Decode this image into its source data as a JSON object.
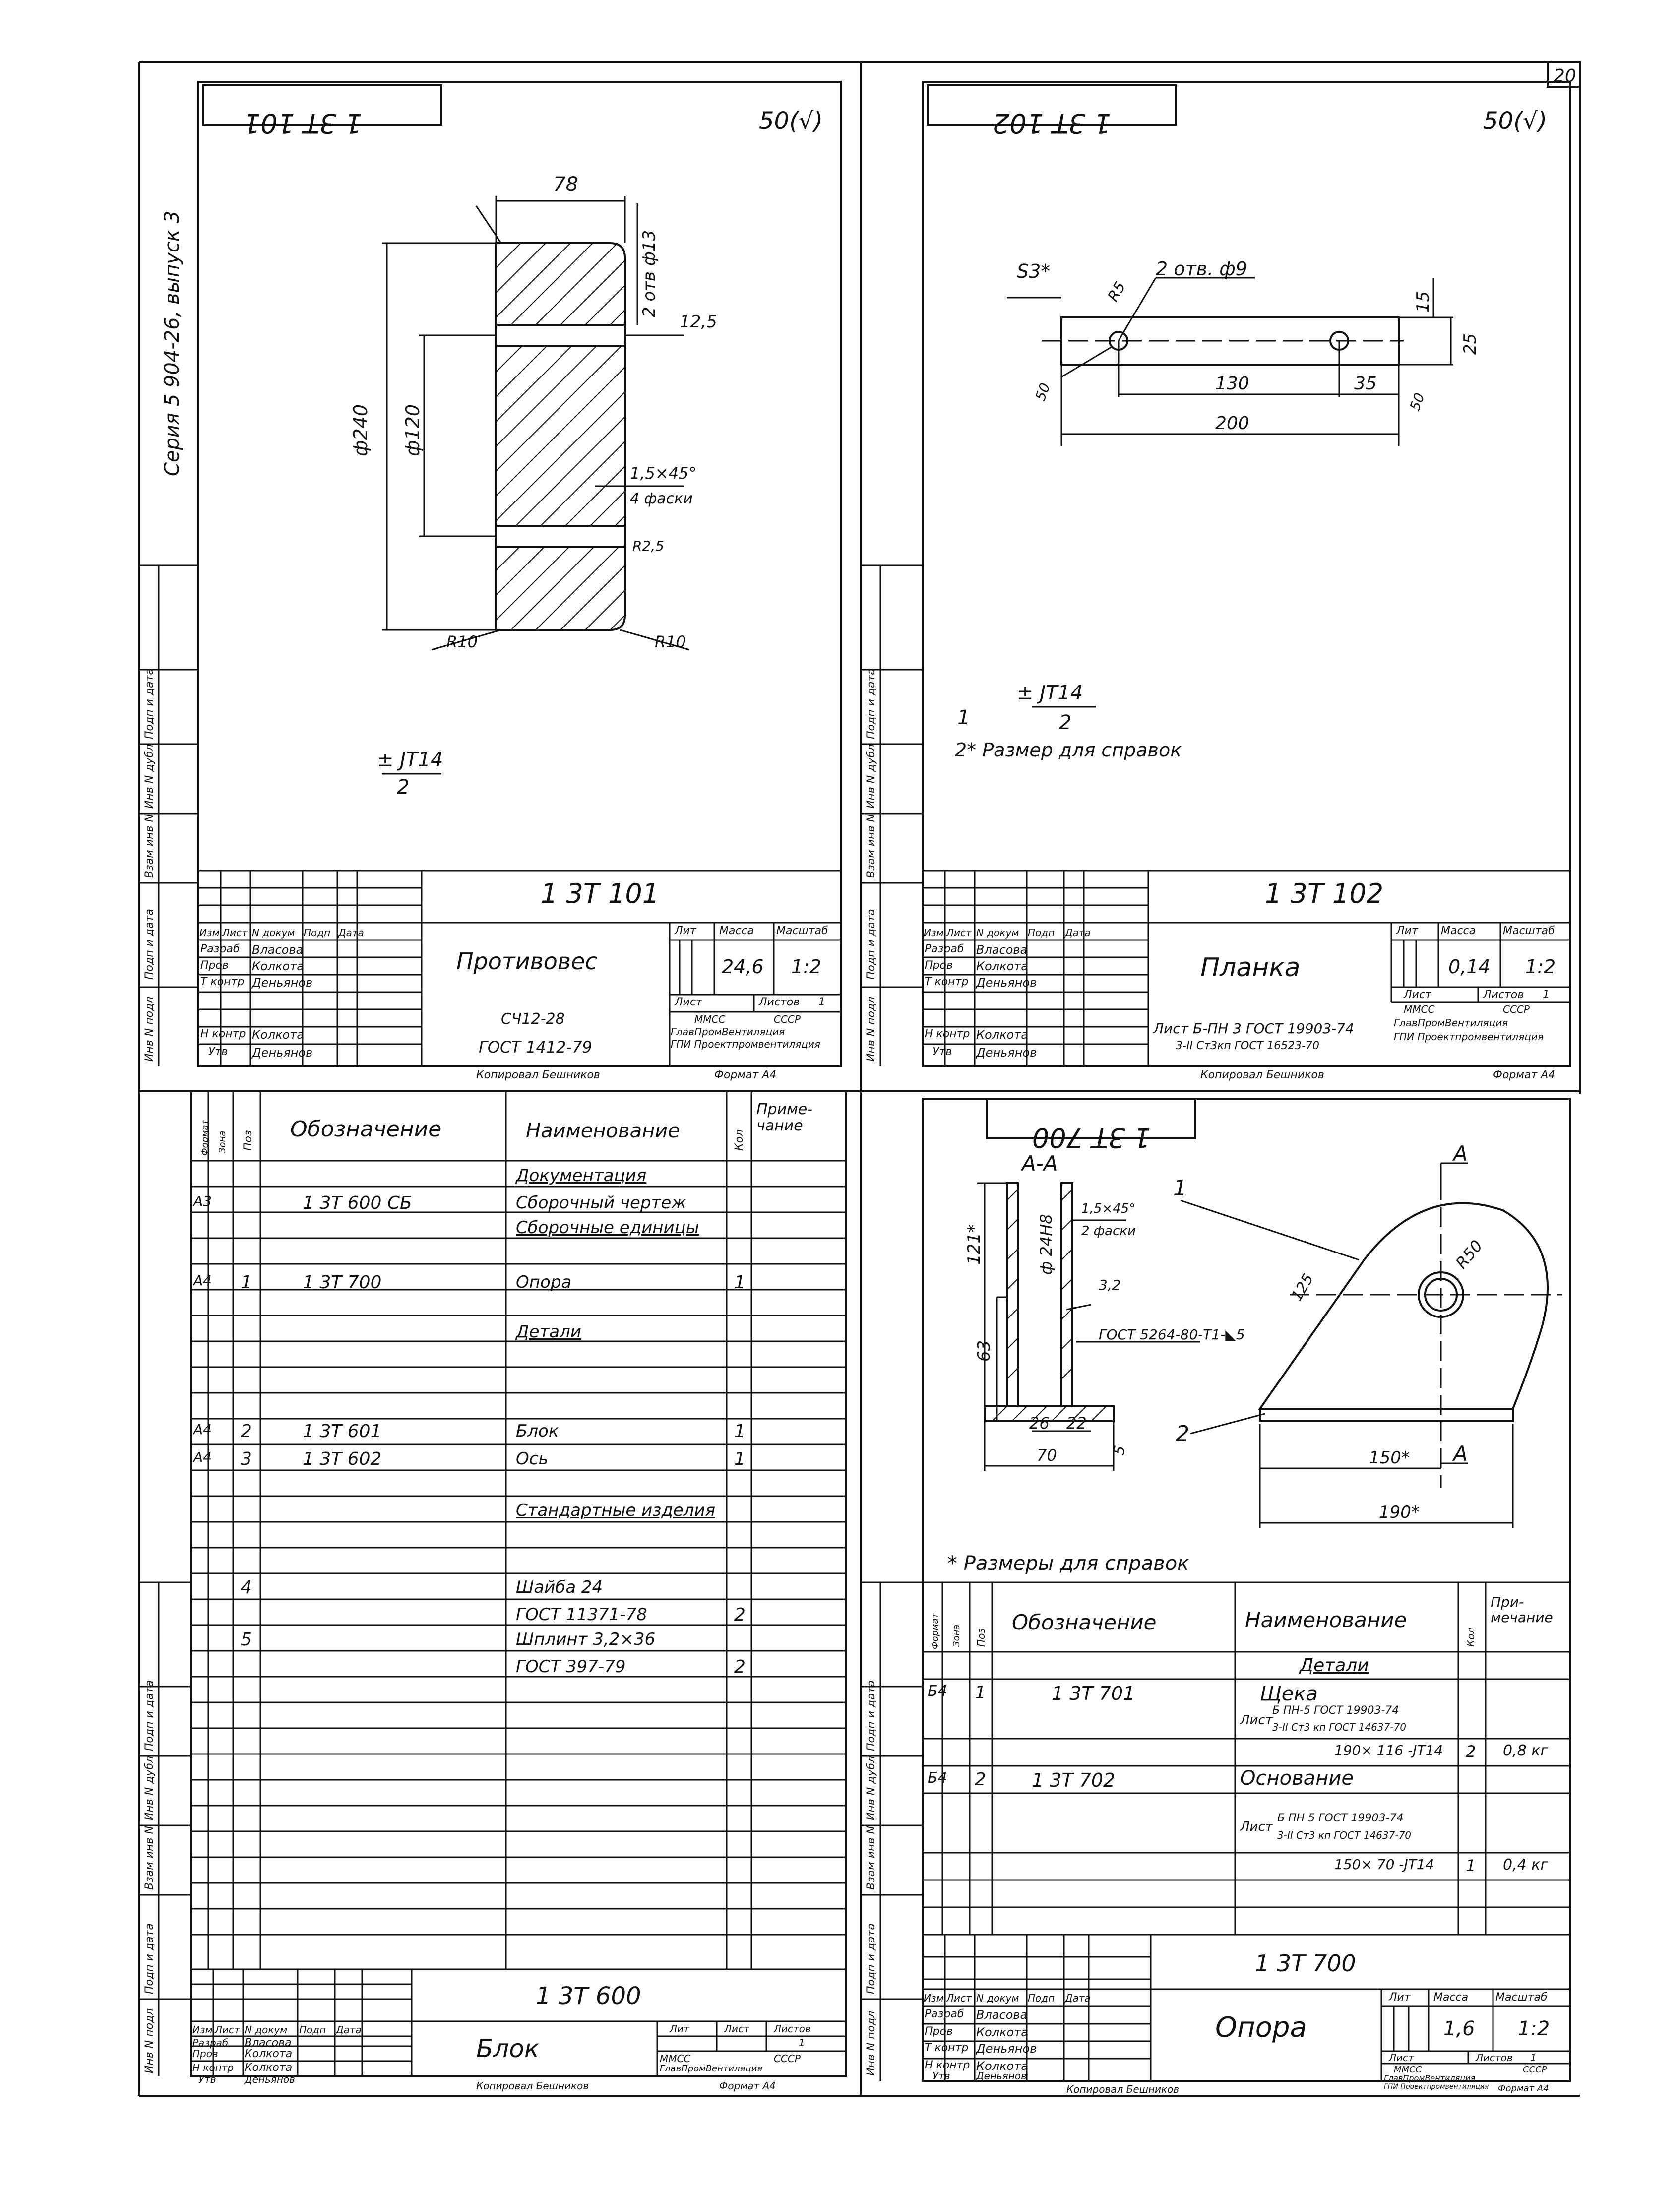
{
  "sheet_number": "20",
  "series": "Серия 5 904-26, выпуск 3",
  "side_labels": [
    "Инв N подл",
    "Подп и дата",
    "Взам инв N",
    "Инв N дубл",
    "Подп и дата"
  ],
  "stamp_roles": [
    "Изм",
    "Лист",
    "N докум",
    "Подп",
    "Дата",
    "Разраб",
    "Пров",
    "Т контр",
    "Н контр",
    "Утв"
  ],
  "stamp_headers": {
    "lit": "Лит",
    "mass": "Масса",
    "scale": "Масштаб",
    "sheet": "Лист",
    "sheets": "Листов"
  },
  "persons": {
    "dev": "Власова",
    "check": "Колкота",
    "tcontr": "Деньянов",
    "ncontr": "Колкота",
    "appr": "Деньянов"
  },
  "org": {
    "line1": "ММСС",
    "line2": "СССР",
    "line3": "ГлавПромВентиляция",
    "line4": "ГПИ Проектпромвентиляция"
  },
  "copy_note": "Копировал Бешников",
  "format_note": "Формат А4",
  "q1": {
    "code": "1 3Т 101",
    "roughness": "50(√)",
    "dims": {
      "width": "78",
      "holes": "2 отв ф13",
      "d_outer": "ф240",
      "d_inner": "ф120",
      "step": "12,5",
      "chamfer": "1,5×45°",
      "chamfer2": "4 фаски",
      "r_small": "R2,5",
      "r_left": "R10",
      "r_right": "R10"
    },
    "tol_num": "± JT14",
    "tol_den": "2",
    "name": "Противовес",
    "mass": "24,6",
    "scale": "1:2",
    "sheets": "1",
    "material1": "СЧ12-28",
    "material2": "ГОСТ 1412-79"
  },
  "q2": {
    "code": "1 3Т 102",
    "roughness": "50(√)",
    "dims": {
      "s3": "S3*",
      "r5": "R5",
      "holes": "2 отв. ф9",
      "d15": "15",
      "d25": "25",
      "d130": "130",
      "d35": "35",
      "d200": "200",
      "r50a": "50",
      "r50b": "50"
    },
    "note1_num": "1",
    "note1_tol": "± JT14",
    "note1_den": "2",
    "note2": "2* Размер для справок",
    "name": "Планка",
    "mass": "0,14",
    "scale": "1:2",
    "sheets": "1",
    "material1": "Лист Б-ПН 3 ГОСТ 19903-74",
    "material2": "3-II Ст3кп ГОСТ 16523-70"
  },
  "q3": {
    "header": {
      "format": "Формат",
      "zone": "Зона",
      "pos": "Поз",
      "designation": "Обозначение",
      "name": "Наименование",
      "qty": "Кол",
      "note": "Приме-чание"
    },
    "rows": [
      {
        "fmt": "",
        "pos": "",
        "des": "",
        "name": "Документация",
        "qty": "",
        "section": true
      },
      {
        "fmt": "А3",
        "pos": "",
        "des": "1 3Т 600 СБ",
        "name": "Сборочный чертеж",
        "qty": "",
        "section": false
      },
      {
        "fmt": "",
        "pos": "",
        "des": "",
        "name": "Сборочные единицы",
        "qty": "",
        "section": true
      },
      {
        "fmt": "А4",
        "pos": "1",
        "des": "1 3Т 700",
        "name": "Опора",
        "qty": "1",
        "section": false
      },
      {
        "fmt": "",
        "pos": "",
        "des": "",
        "name": "Детали",
        "qty": "",
        "section": true
      },
      {
        "fmt": "А4",
        "pos": "2",
        "des": "1 3Т 601",
        "name": "Блок",
        "qty": "1",
        "section": false
      },
      {
        "fmt": "А4",
        "pos": "3",
        "des": "1 3Т 602",
        "name": "Ось",
        "qty": "1",
        "section": false
      },
      {
        "fmt": "",
        "pos": "",
        "des": "",
        "name": "Стандартные изделия",
        "qty": "",
        "section": true
      },
      {
        "fmt": "",
        "pos": "4",
        "des": "",
        "name": "Шайба 24",
        "qty": "",
        "section": false
      },
      {
        "fmt": "",
        "pos": "",
        "des": "",
        "name": "ГОСТ 11371-78",
        "qty": "2",
        "section": false
      },
      {
        "fmt": "",
        "pos": "5",
        "des": "",
        "name": "Шплинт 3,2×36",
        "qty": "",
        "section": false
      },
      {
        "fmt": "",
        "pos": "",
        "des": "",
        "name": "ГОСТ 397-79",
        "qty": "2",
        "section": false
      }
    ],
    "code": "1 3Т 600",
    "name": "Блок",
    "sheets": "1"
  },
  "q4": {
    "code": "1 3Т 700",
    "section": "А-А",
    "cut": "А",
    "dims": {
      "d121": "121*",
      "d63": "63",
      "phi": "ф 24Н8",
      "chamfer": "1,5×45°",
      "chamfer2": "2 фаски",
      "rough": "3,2",
      "weld": "ГОСТ 5264-80-Т1-◣5",
      "d26": "26",
      "d22": "22",
      "d70": "70",
      "d5": "5",
      "r50": "R50",
      "d125": "125",
      "d150": "150*",
      "d190": "190*",
      "p1": "1",
      "p2": "2"
    },
    "note": "* Размеры для справок",
    "header": {
      "format": "Формат",
      "zone": "Зона",
      "pos": "Поз",
      "designation": "Обозначение",
      "name": "Наименование",
      "qty": "Кол",
      "note": "При-мечание"
    },
    "section_title": "Детали",
    "item1": {
      "fmt": "Б4",
      "pos": "1",
      "des": "1 3Т 701",
      "name": "Щека",
      "mat_pre": "Лист",
      "mat_num": "Б ПН-5 ГОСТ 19903-74",
      "mat_den": "3-II Ст3 кп ГОСТ 14637-70",
      "size": "190× 116 -JT14",
      "qty": "2",
      "mass": "0,8 кг"
    },
    "item2": {
      "fmt": "Б4",
      "pos": "2",
      "des": "1 3Т 702",
      "name": "Основание",
      "mat_pre": "Лист",
      "mat_num": "Б ПН 5 ГОСТ 19903-74",
      "mat_den": "3-II Ст3 кп ГОСТ 14637-70",
      "size": "150× 70 -JT14",
      "qty": "1",
      "mass": "0,4 кг"
    },
    "name": "Опора",
    "mass": "1,6",
    "scale": "1:2",
    "sheets": "1"
  }
}
